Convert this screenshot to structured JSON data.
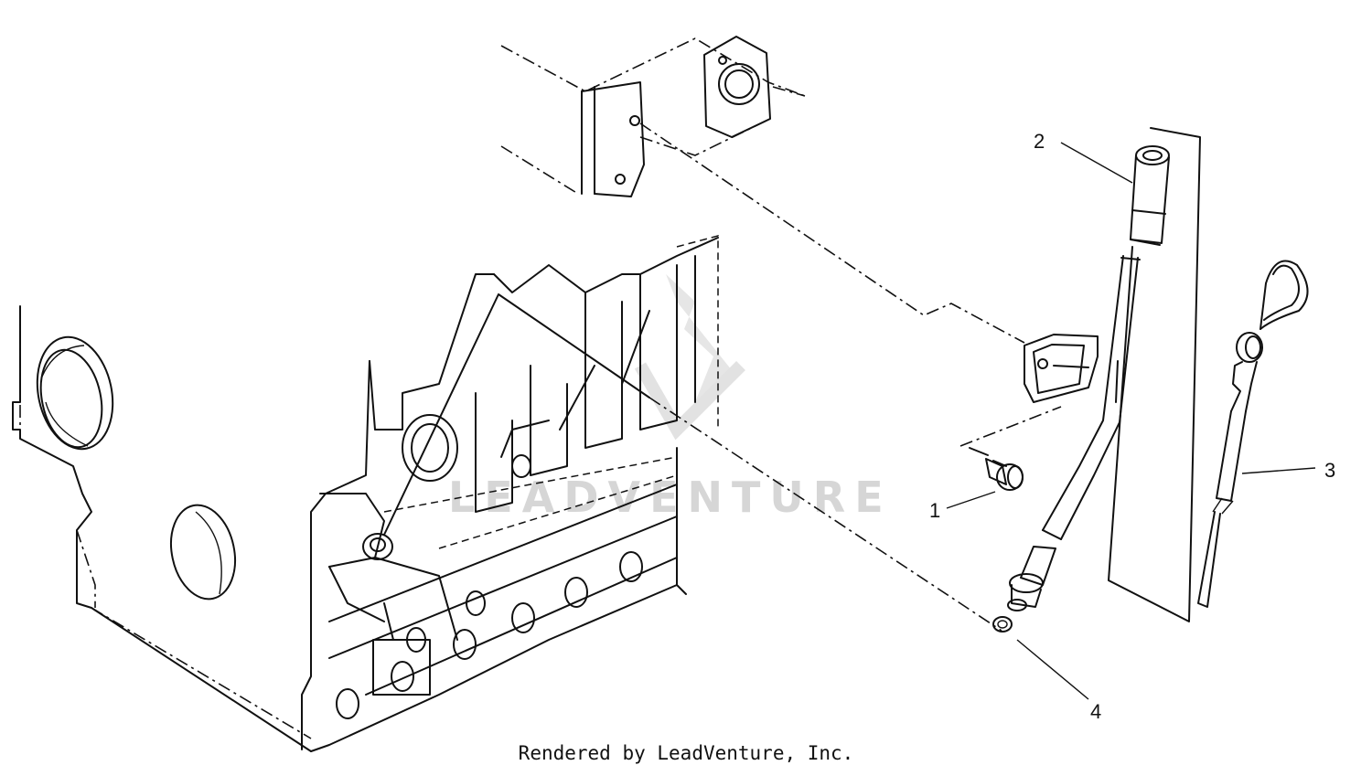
{
  "callouts": [
    {
      "label": "1"
    },
    {
      "label": "2"
    },
    {
      "label": "3"
    },
    {
      "label": "4"
    }
  ],
  "watermark": "LEADVENTURE",
  "footer": "Rendered by LeadVenture, Inc."
}
